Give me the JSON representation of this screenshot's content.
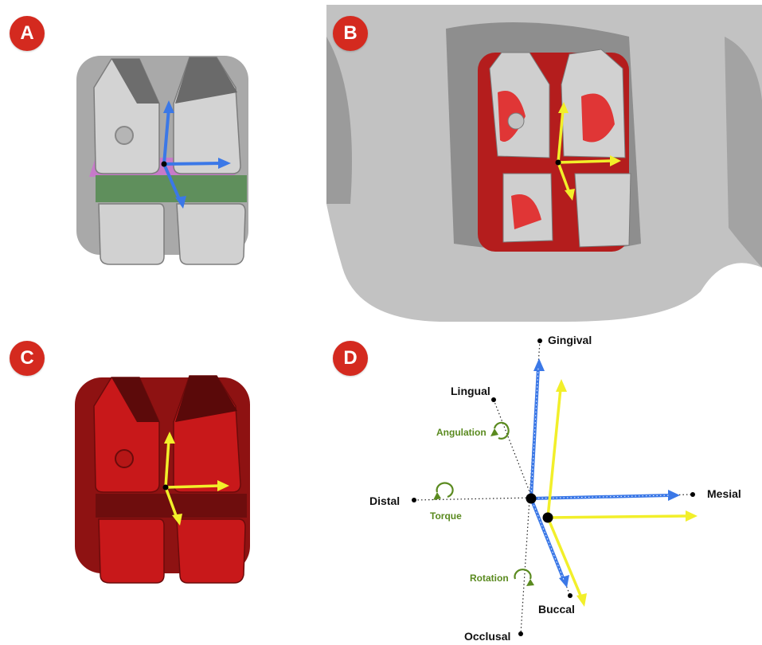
{
  "panels": {
    "a": {
      "label": "A"
    },
    "b": {
      "label": "B"
    },
    "c": {
      "label": "C"
    },
    "d": {
      "label": "D"
    }
  },
  "diagram": {
    "axes": {
      "gingival": "Gingival",
      "lingual": "Lingual",
      "distal": "Distal",
      "mesial": "Mesial",
      "buccal": "Buccal",
      "occlusal": "Occlusal"
    },
    "rotations": {
      "angulation": "Angulation",
      "torque": "Torque",
      "rotation": "Rotation"
    }
  },
  "colors": {
    "badge": "#d42a1f",
    "blue_axis": "#3b78e7",
    "yellow_axis": "#f2ef2a",
    "rotation_green": "#5a8a1f",
    "bracket_gray": "#c9c9c9",
    "bracket_red": "#c8181a",
    "slot_green": "#5f8f5c",
    "slot_magenta": "#c77ac9"
  }
}
